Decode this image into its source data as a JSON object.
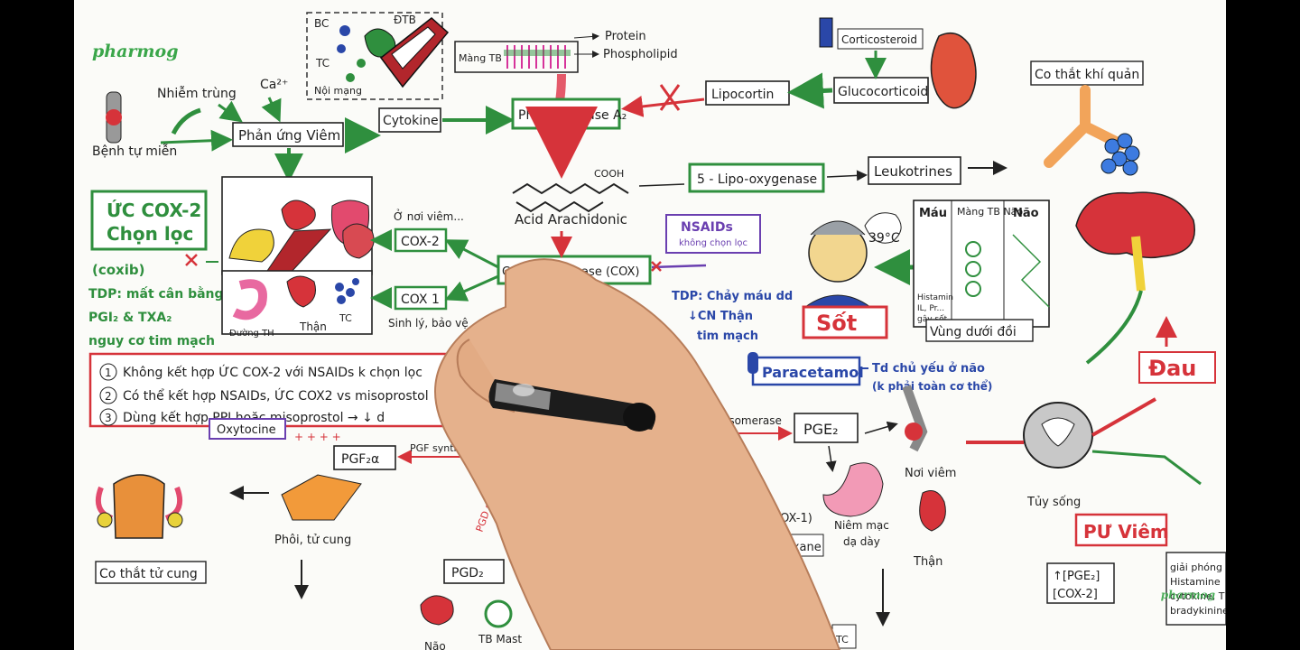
{
  "brand": {
    "logo": "pharmog",
    "corner_logo": "pharmog"
  },
  "top": {
    "bc": "BC",
    "dtb": "ĐTB",
    "tc": "TC",
    "noi_mang": "Nội mạng",
    "mang_tb": "Màng TB",
    "protein": "Protein",
    "phospholipid": "Phospholipid",
    "nhiem_trung": "Nhiễm trùng",
    "ca": "Ca²⁺",
    "benh_tu_mien": "Bệnh tự miễn",
    "phan_ung_viem": "Phản ứng Viêm",
    "cytokine": "Cytokine",
    "phospholipase": "Phospholipase A₂",
    "lipocortin": "Lipocortin",
    "glucocorticoid": "Glucocorticoid",
    "corticosteroid": "Corticosteroid",
    "co_that_khi_quan": "Co thắt khí quản"
  },
  "middle": {
    "cooh": "COOH",
    "acid": "Acid Arachidonic",
    "lipo": "5 - Lipo-oxygenase",
    "leukotrines": "Leukotrines",
    "uc_cox2_l1": "ỨC COX-2",
    "uc_cox2_l2": "Chọn lọc",
    "coxib": "(coxib)",
    "tdp_left": "TDP: mất cân bằng",
    "pgi": "PGI₂ & TXA₂",
    "nguy_co": "nguy cơ tim mạch",
    "o_noi_viem": "Ở nơi viêm...",
    "cox2": "COX-2",
    "cox1": "COX 1",
    "sinh_ly": "Sinh lý, bảo vệ",
    "duong_th": "Đường TH",
    "than": "Thận",
    "tc2": "TC",
    "cyclo": "Cyclo-oxygenase (COX)",
    "nsaids_l1": "NSAIDs",
    "nsaids_l2": "không chọn lọc",
    "tdp_right_l1": "TDP: Chảy máu dd",
    "tdp_right_l2": "↓CN Thận",
    "tdp_right_l3": "tim mạch",
    "temp": "39°C",
    "sot": "Sốt",
    "mau": "Máu",
    "mang_tb_nao": "Màng TB Não",
    "nao": "Não",
    "histamine": "Histamin",
    "il": "IL, Pr...",
    "gay_sot": "gây sốt",
    "vung_duoi_doi": "Vùng dưới đồi",
    "dau": "Đau",
    "paracetamol": "Paracetamol",
    "td_chu_yeu": "Td chủ yếu ở não",
    "k_phai": "(k phải toàn cơ thể)"
  },
  "notes": {
    "n1": "Không kết hợp ỨC COX-2 với NSAIDs k chọn lọc",
    "n2": "Có thể kết hợp NSAIDs, ỨC COX2 vs misoprostol",
    "n3": "Dùng kết hợp PPI hoặc misoprostol → ↓ d"
  },
  "bottom": {
    "oxytocine": "Oxytocine",
    "pgf2a": "PGF₂α",
    "pgf_syn": "PGF synthase",
    "phoi_tu_cung": "Phôi, tử cung",
    "co_that_tu_cung": "Co thắt tử cung",
    "pgd2": "PGD₂",
    "pgd_syn": "PGD synthase",
    "tb_mast": "TB Mast",
    "nao2": "Não",
    "isomerase": "isomerase",
    "pge2": "PGE₂",
    "noi_viem": "Nơi viêm",
    "niem_mac": "Niêm mạc",
    "da_day": "dạ dày",
    "cox1b": "(COX-1)",
    "boxane": "boxane",
    "than2": "Thận",
    "tuy_song": "Tủy sống",
    "pu_viem": "PƯ Viêm",
    "pge2b": "↑[PGE₂]",
    "cox2b": "[COX-2]",
    "giai_phong": [
      "giải phóng",
      "Histamine",
      "cytokine, TNF",
      "bradykinine..."
    ],
    "tc3": "TC"
  },
  "colors": {
    "green": "#2f8f3e",
    "red": "#d6333a",
    "purple": "#6a3fb0",
    "blue": "#2a47a8",
    "ink": "#1f1f1f",
    "skin": "#e7b591"
  }
}
